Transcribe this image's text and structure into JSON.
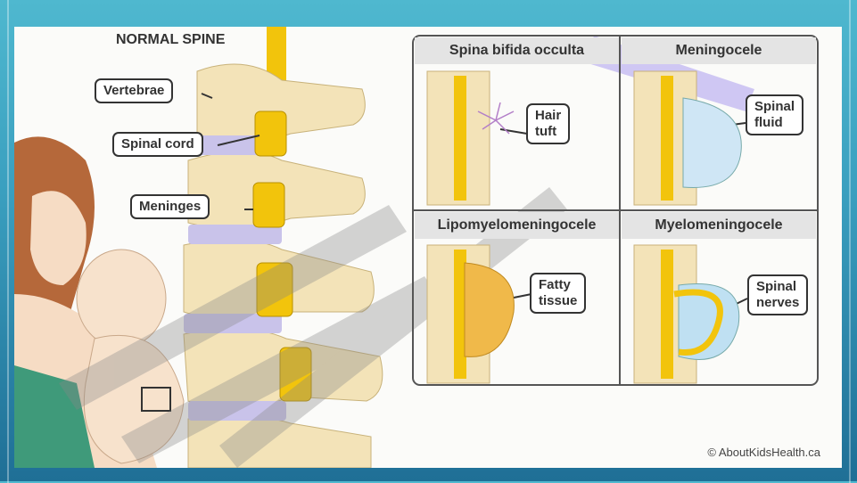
{
  "normal_spine": {
    "title": "NORMAL SPINE",
    "labels": {
      "vertebrae": "Vertebrae",
      "spinal_cord": "Spinal cord",
      "meninges": "Meninges"
    }
  },
  "panels": [
    {
      "title": "Spina bifida occulta",
      "callout": "Hair\ntuft"
    },
    {
      "title": "Meningocele",
      "callout": "Spinal\nfluid"
    },
    {
      "title": "Lipomyelomeningocele",
      "callout": "Fatty\ntissue"
    },
    {
      "title": "Myelomeningocele",
      "callout": "Spinal\nnerves"
    }
  ],
  "credit": "© AboutKidsHealth.ca",
  "colors": {
    "bone": "#f3e3b8",
    "cord": "#f2c40c",
    "disc": "#c9c3ea",
    "fluid": "#cfe6f5",
    "fat": "#f0b94a",
    "skin": "#f6dcc4",
    "hair": "#b5683a"
  }
}
